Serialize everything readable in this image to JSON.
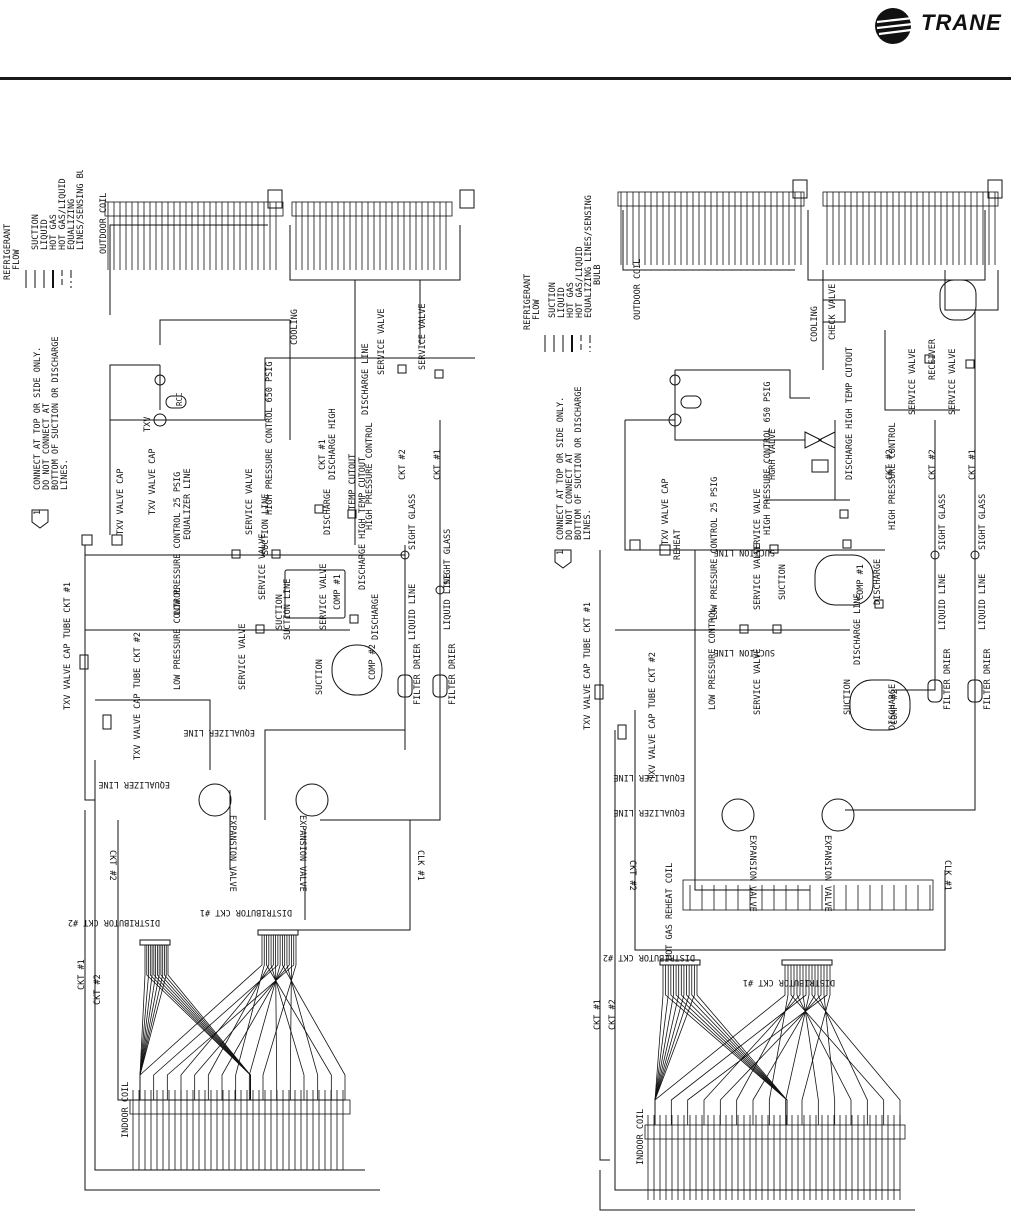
{
  "brand": {
    "name": "TRANE"
  },
  "left_diagram": {
    "legend": {
      "title_1": "REFRIGERANT",
      "title_2": "FLOW",
      "items": [
        "SUCTION",
        "LIQUID",
        "HOT GAS",
        "HOT GAS/LIQUID",
        "EQUALIZING",
        "LINES/SENSING BULB"
      ]
    },
    "note": {
      "number": "1",
      "lines": [
        "CONNECT AT TOP OR SIDE ONLY.",
        "DO NOT CONNECT AT",
        "BOTTOM OF SUCTION OR DISCHARGE",
        "LINES."
      ]
    },
    "labels": {
      "outdoor_coil": "OUTDOOR COIL",
      "indoor_coil": "INDOOR COIL",
      "cooling": "COOLING",
      "discharge_line": "DISCHARGE LINE",
      "service_valve": "SERVICE VALVE",
      "txv_valve_cap": "TXV VALVE CAP",
      "txv": "TXV",
      "rcc": "RCC",
      "equalizer_line": "EQUALIZER LINE",
      "hpc_1": "HIGH PRESSURE CONTROL 650 PSIG",
      "hpc_2": "HIGH PRESSURE CONTROL",
      "discharge_high": "DISCHARGE HIGH",
      "temp_cutout": "TEMP CUTOUT",
      "discharge_high_temp_cutout": "DISCHARGE HIGH TEMP CUTOUT",
      "discharge": "DISCHARGE",
      "suction_line": "SUCTION LINE",
      "suction": "SUCTION",
      "lpc_1": "LOW PRESSURE CONTROL 25 PSIG",
      "lpc_2": "LOW PRESSURE CONTROL",
      "comp_1": "COMP #1",
      "comp_2": "COMP #2",
      "sight_glass": "SIGHT GLASS",
      "liquid_line": "LIQUID LINE",
      "filter_drier": "FILTER DRIER",
      "ckt_1": "CKT #1",
      "ckt_2": "CKT #2",
      "clk_1": "CLK #1",
      "txv_cap_tube_1": "TXV VALVE CAP TUBE CKT #1",
      "txv_cap_tube_2": "TXV VALVE CAP TUBE CKT #2",
      "expansion_valve": "EXPANSION VALVE",
      "distributor_1": "DISTRIBUTOR CKT #1",
      "distributor_2": "DISTRIBUTOR CKT #2"
    }
  },
  "right_diagram": {
    "legend": {
      "title_1": "REFRIGERANT",
      "title_2": "FLOW",
      "items": [
        "SUCTION",
        "LIQUID",
        "HOT GAS",
        "HOT GAS/LIQUID",
        "EQUALIZING LINES/SENSING",
        "BULB"
      ]
    },
    "note": {
      "number": "1",
      "lines": [
        "CONNECT AT TOP OR SIDE ONLY.",
        "DO NOT CONNECT AT",
        "BOTTOM OF SUCTION OR DISCHARGE",
        "LINES."
      ]
    },
    "labels": {
      "outdoor_coil": "OUTDOOR COIL",
      "indoor_coil": "INDOOR COIL",
      "cooling": "COOLING",
      "check_valve": "CHECK VALVE",
      "receiver": "RECEIVER",
      "service_valve": "SERVICE VALVE",
      "hgrh_valve": "HGRH VALVE",
      "discharge_high_temp_cutout": "DISCHARGE HIGH TEMP CUTOUT",
      "hpc_1": "HIGH PRESSURE CONTROL 650 PSIG",
      "hpc_2": "HIGH PRESSURE CONTROL",
      "reheat": "REHEAT",
      "txv_valve_cap": "TXV VALVE CAP",
      "suction_line": "SUCTION LINE",
      "suction": "SUCTION",
      "discharge": "DISCHARGE",
      "discharge_line": "DISCHARGE LINE",
      "lpc_1": "LOW PRESSURE CONTROL 25 PSIG",
      "lpc_2": "LOW PRESSURE CONTROL",
      "comp_1": "COMP #1",
      "comp_2": "COMP #2",
      "sight_glass": "SIGHT GLASS",
      "liquid_line": "LIQUID LINE",
      "filter_drier": "FILTER DRIER",
      "ckt_1": "CKT #1",
      "ckt_2": "CKT #2",
      "clk_1": "CLK #1",
      "txv_cap_tube_1": "TXV VALVE CAP TUBE CKT #1",
      "txv_cap_tube_2": "TXV VALVE CAP TUBE CKT #2",
      "expansion_valve": "EXPANSION VALVE",
      "equalizer_line": "EQUALIZER LINE",
      "hot_gas_reheat_coil": "HOT GAS REHEAT COIL",
      "distributor_1": "DISTRIBUTOR CKT #1",
      "distributor_2": "DISTRIBUTOR CKT #2"
    }
  }
}
